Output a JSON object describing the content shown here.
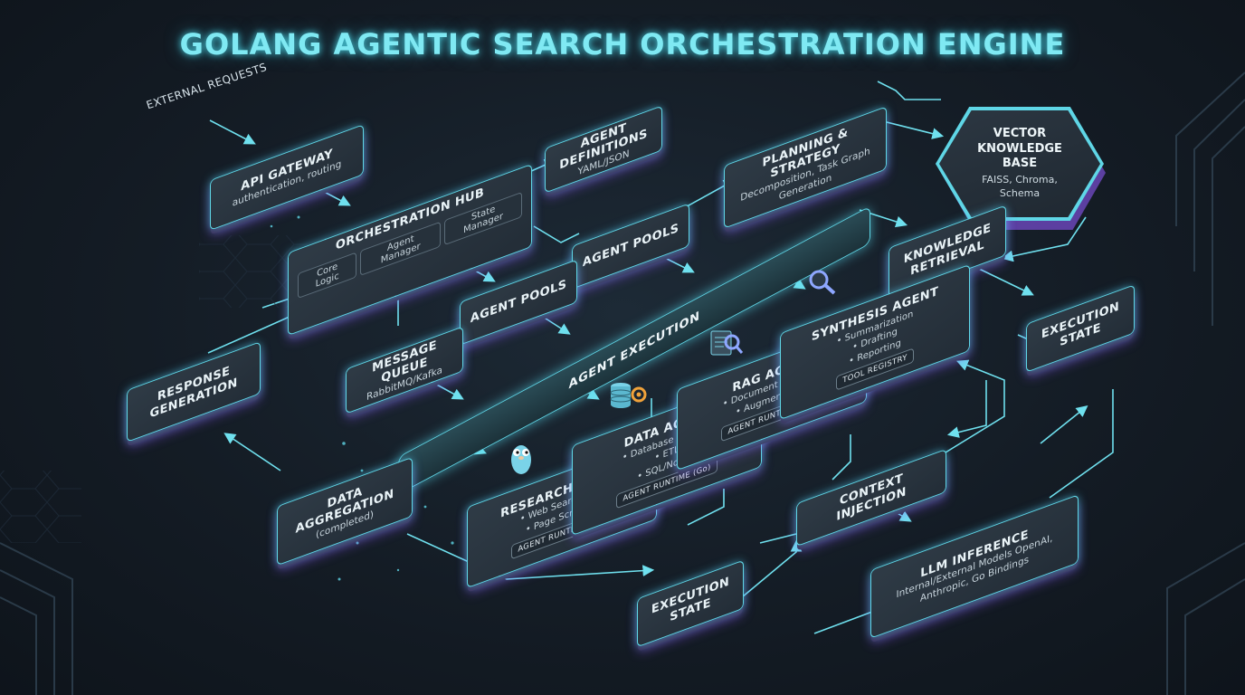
{
  "title": "GOLANG AGENTIC SEARCH ORCHESTRATION ENGINE",
  "external_label": "EXTERNAL REQUESTS",
  "colors": {
    "accent": "#5fd6e6",
    "glow_purple": "#7b4fd6",
    "background": "#141c25"
  },
  "nodes": {
    "api_gateway": {
      "title": "API GATEWAY",
      "sub": "authentication, routing"
    },
    "orchestration_hub": {
      "title": "ORCHESTRATION HUB",
      "core": "Core Logic",
      "agent_manager": "Agent Manager",
      "state_manager": "State Manager"
    },
    "agent_definitions": {
      "title": "AGENT DEFINITIONS",
      "sub": "YAML/JSON"
    },
    "planning": {
      "title": "PLANNING & STRATEGY",
      "sub": "Decomposition, Task Graph Generation"
    },
    "vector_kb": {
      "title": "VECTOR KNOWLEDGE BASE",
      "sub": "FAISS, Chroma, Schema"
    },
    "knowledge_retrieval": {
      "title": "KNOWLEDGE RETRIEVAL"
    },
    "agent_pools_top": {
      "title": "AGENT POOLS"
    },
    "agent_pools_mid": {
      "title": "AGENT POOLS"
    },
    "agent_execution": {
      "title": "AGENT EXECUTION"
    },
    "message_queue": {
      "title": "MESSAGE QUEUE",
      "sub": "RabbitMQ/Kafka"
    },
    "response_generation": {
      "title": "RESPONSE GENERATION"
    },
    "data_aggregation": {
      "title": "DATA AGGREGATION",
      "sub": "(completed)"
    },
    "research_agent": {
      "title": "RESEARCH AGENT",
      "items": [
        "• Web Search APIs",
        "• Page Scraping"
      ],
      "runtime": "AGENT RUNTIME (Go)"
    },
    "data_agent": {
      "title": "DATA AGENT",
      "items": [
        "• Database Queries",
        "• ETL",
        "• SQL/NoSQL"
      ],
      "runtime": "AGENT RUNTIME (Go)"
    },
    "rag_agent": {
      "title": "RAG AGENT",
      "items": [
        "• Document Retrieval",
        "• Augmentation"
      ],
      "runtime": "AGENT RUNTIME (Go)"
    },
    "synthesis_agent": {
      "title": "SYNTHESIS AGENT",
      "items": [
        "• Summarization",
        "• Drafting",
        "• Reporting"
      ],
      "runtime": "TOOL REGISTRY"
    },
    "execution_state_right": {
      "title": "EXECUTION STATE"
    },
    "execution_state_bottom": {
      "title": "EXECUTION STATE"
    },
    "context_injection": {
      "title": "CONTEXT INJECTION"
    },
    "llm_inference": {
      "title": "LLM INFERENCE",
      "sub": "Internal/External Models OpenAI, Anthropic, Go Bindings"
    }
  }
}
